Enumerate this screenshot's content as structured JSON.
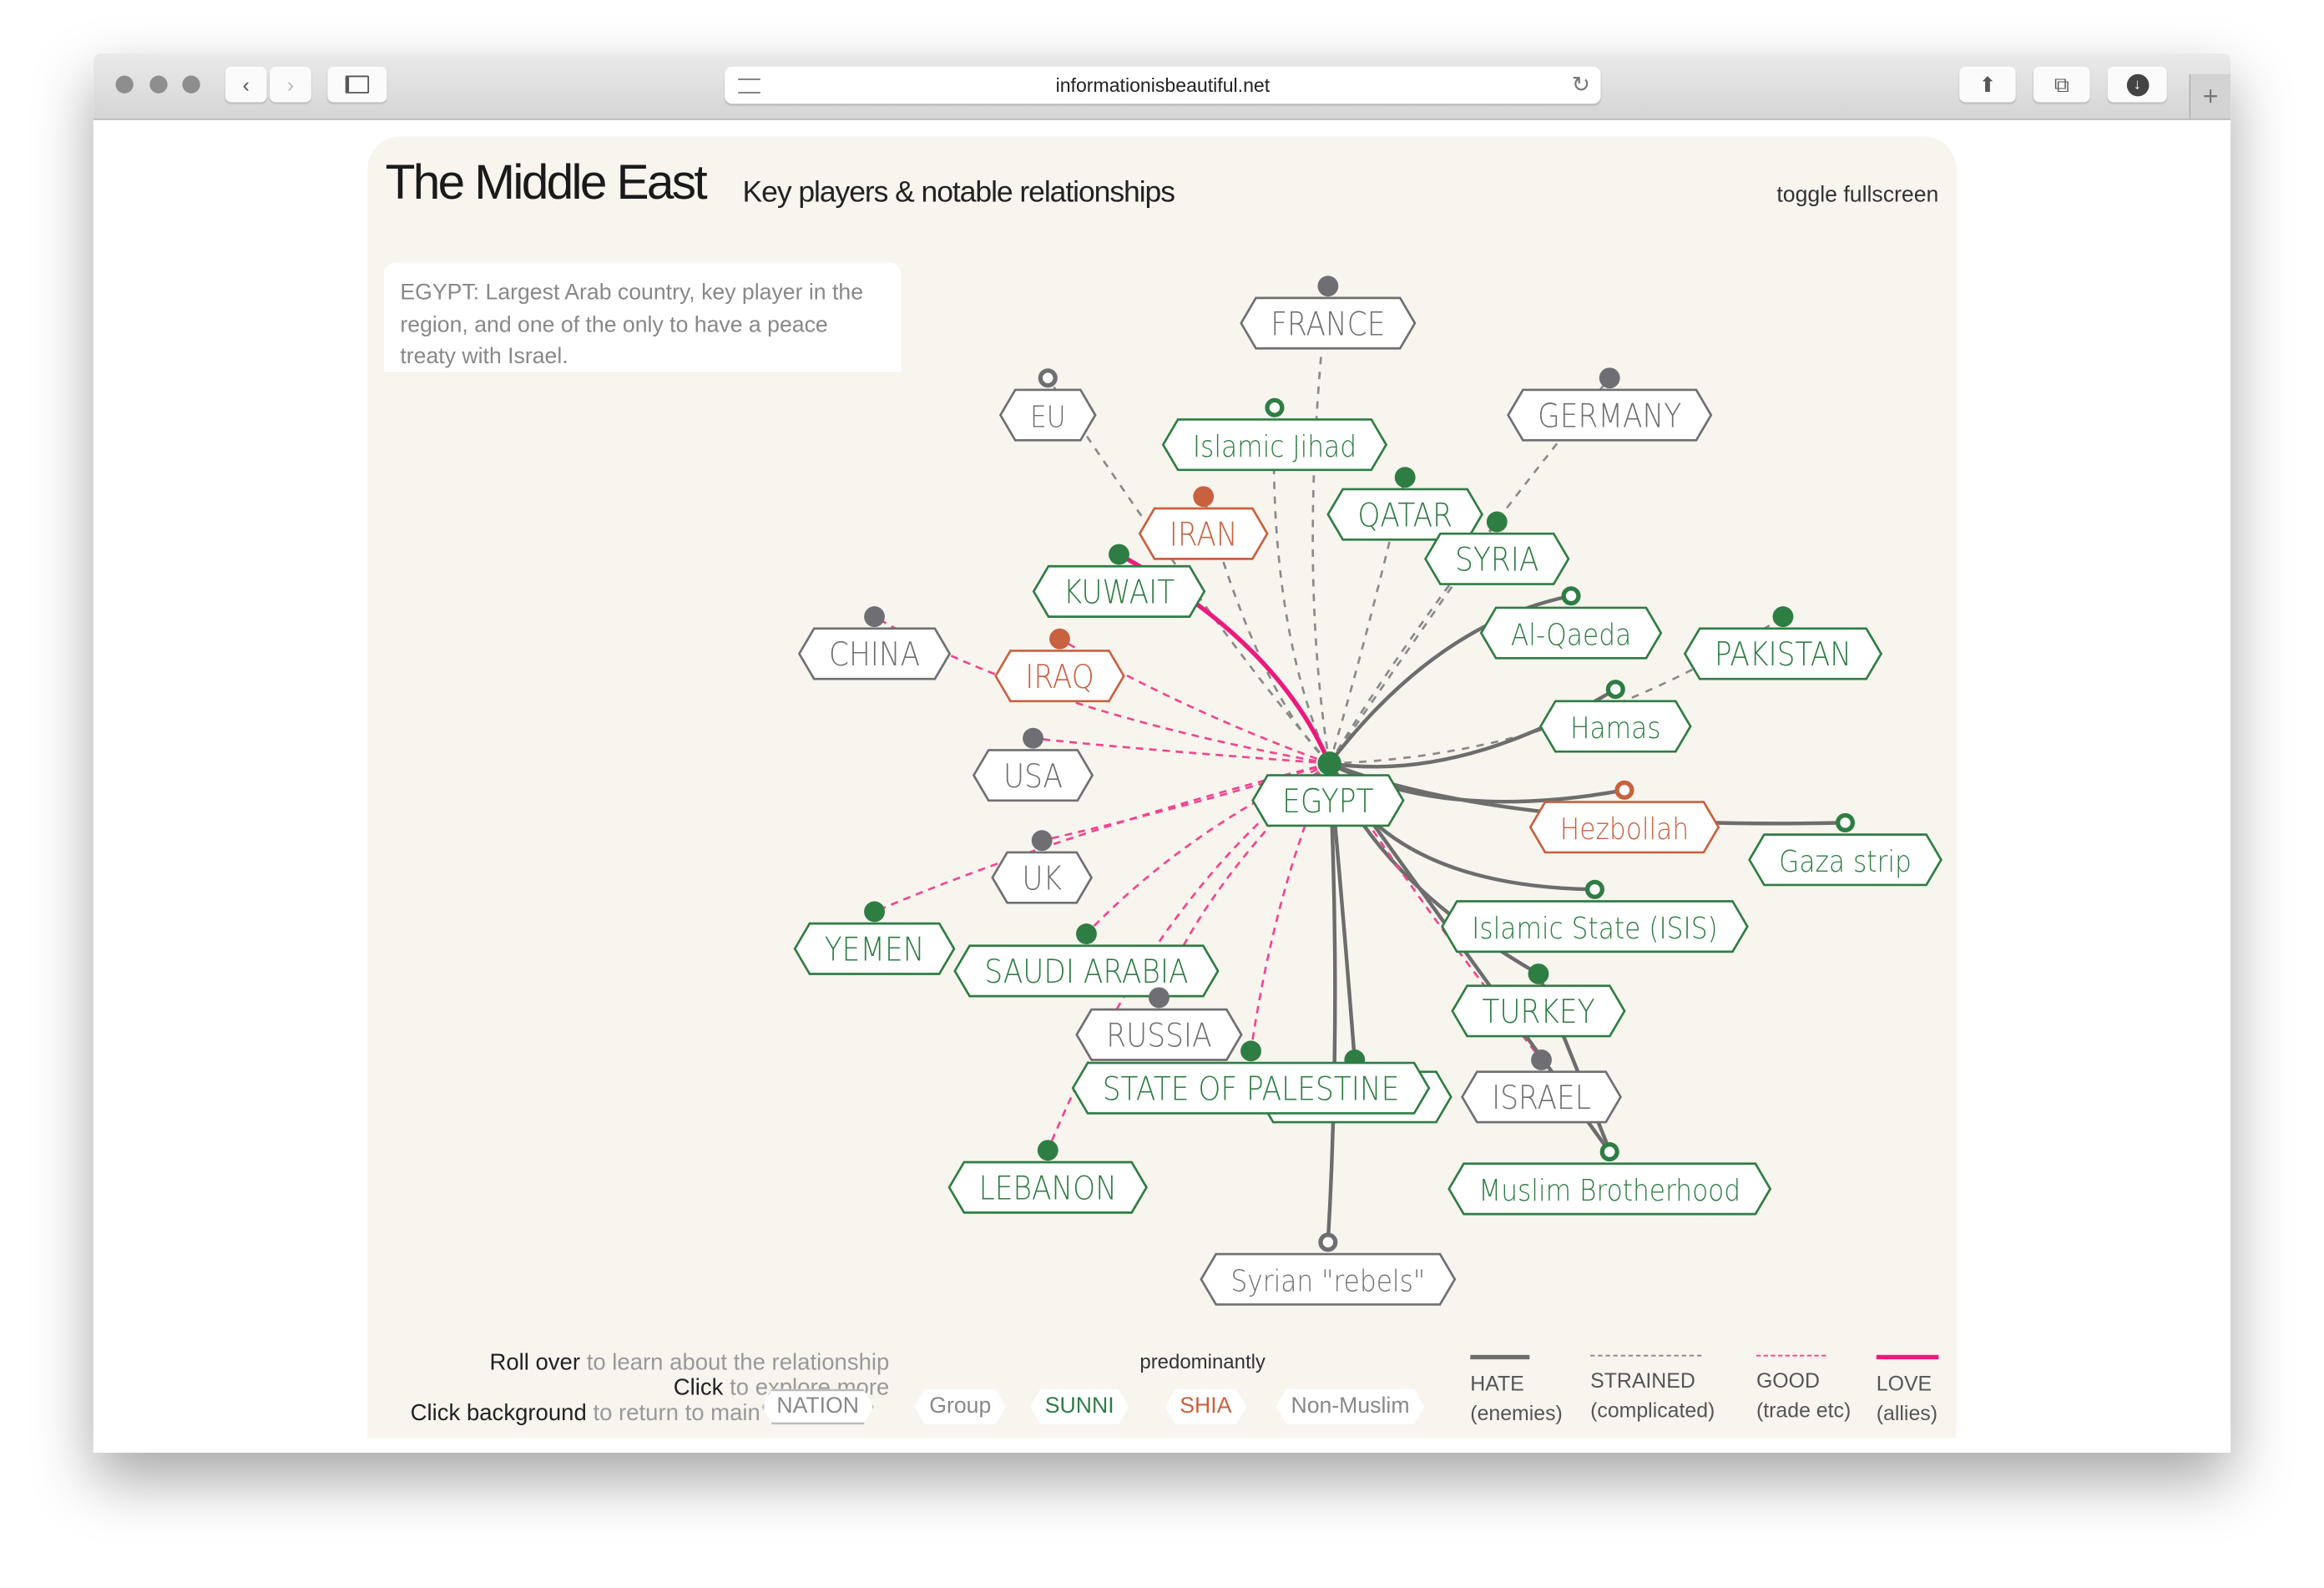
{
  "browser": {
    "url": "informationisbeautiful.net"
  },
  "header": {
    "title": "The Middle East",
    "subtitle": "Key players & notable relationships",
    "toggle": "toggle fullscreen"
  },
  "info": "EGYPT: Largest Arab country, key player in the region, and one of the only to have a peace treaty with Israel.",
  "colors": {
    "sunni": "#2e7d43",
    "shia": "#c8613f",
    "non_muslim": "#6f6f73",
    "hate": "#6d6d6d",
    "strained": "#8a8a8a",
    "good": "#f0468f",
    "love": "#ec1a7c",
    "background": "#f8f4ee"
  },
  "focus": {
    "label": "EGYPT",
    "type": "nation",
    "group": "sunni"
  },
  "nodes": [
    {
      "label": "FRANCE",
      "type": "nation",
      "group": "non_muslim",
      "relation": "strained"
    },
    {
      "label": "EU",
      "type": "group",
      "group": "non_muslim",
      "relation": "strained"
    },
    {
      "label": "GERMANY",
      "type": "nation",
      "group": "non_muslim",
      "relation": "strained"
    },
    {
      "label": "Islamic Jihad",
      "type": "group",
      "group": "sunni",
      "relation": "strained"
    },
    {
      "label": "IRAN",
      "type": "nation",
      "group": "shia",
      "relation": "strained"
    },
    {
      "label": "QATAR",
      "type": "nation",
      "group": "sunni",
      "relation": "strained"
    },
    {
      "label": "SYRIA",
      "type": "nation",
      "group": "sunni",
      "relation": "strained"
    },
    {
      "label": "KUWAIT",
      "type": "nation",
      "group": "sunni",
      "relation": "love"
    },
    {
      "label": "Al-Qaeda",
      "type": "group",
      "group": "sunni",
      "relation": "hate"
    },
    {
      "label": "CHINA",
      "type": "nation",
      "group": "non_muslim",
      "relation": "good"
    },
    {
      "label": "IRAQ",
      "type": "nation",
      "group": "shia",
      "relation": "good"
    },
    {
      "label": "PAKISTAN",
      "type": "nation",
      "group": "sunni",
      "relation": "strained"
    },
    {
      "label": "Hamas",
      "type": "group",
      "group": "sunni",
      "relation": "hate"
    },
    {
      "label": "USA",
      "type": "nation",
      "group": "non_muslim",
      "relation": "good"
    },
    {
      "label": "Hezbollah",
      "type": "group",
      "group": "shia",
      "relation": "hate"
    },
    {
      "label": "UK",
      "type": "nation",
      "group": "non_muslim",
      "relation": "good"
    },
    {
      "label": "YEMEN",
      "type": "nation",
      "group": "sunni",
      "relation": "good"
    },
    {
      "label": "SAUDI ARABIA",
      "type": "nation",
      "group": "sunni",
      "relation": "good"
    },
    {
      "label": "Gaza strip",
      "type": "group",
      "group": "sunni",
      "relation": "hate"
    },
    {
      "label": "Islamic State (ISIS)",
      "type": "group",
      "group": "sunni",
      "relation": "hate"
    },
    {
      "label": "TURKEY",
      "type": "nation",
      "group": "sunni",
      "relation": "hate"
    },
    {
      "label": "RUSSIA",
      "type": "nation",
      "group": "non_muslim",
      "relation": "good"
    },
    {
      "label": "ISRAEL",
      "type": "nation",
      "group": "non_muslim",
      "relation": "good"
    },
    {
      "label": "",
      "type": "nation",
      "group": "sunni",
      "relation": "hate"
    },
    {
      "label": "STATE OF PALESTINE",
      "type": "nation",
      "group": "sunni",
      "relation": "good"
    },
    {
      "label": "LEBANON",
      "type": "nation",
      "group": "sunni",
      "relation": "good"
    },
    {
      "label": "Muslim Brotherhood",
      "type": "group",
      "group": "sunni",
      "relation": "hate"
    },
    {
      "label": "Syrian \"rebels\"",
      "type": "group",
      "group": "non_muslim",
      "relation": "hate"
    }
  ],
  "legend": {
    "hints": [
      {
        "strong": "Roll over",
        "rest": " to learn about the relationship"
      },
      {
        "strong": "Click",
        "rest": " to explore more"
      },
      {
        "strong": "Click background",
        "rest": " to return to main"
      }
    ],
    "predominantly": "predominantly",
    "badges": [
      "NATION",
      "Group",
      "SUNNI",
      "SHIA",
      "Non-Muslim"
    ],
    "lines": [
      {
        "label": "HATE",
        "sub": "(enemies)"
      },
      {
        "label": "STRAINED",
        "sub": "(complicated)"
      },
      {
        "label": "GOOD",
        "sub": "(trade etc)"
      },
      {
        "label": "LOVE",
        "sub": "(allies)"
      }
    ]
  }
}
